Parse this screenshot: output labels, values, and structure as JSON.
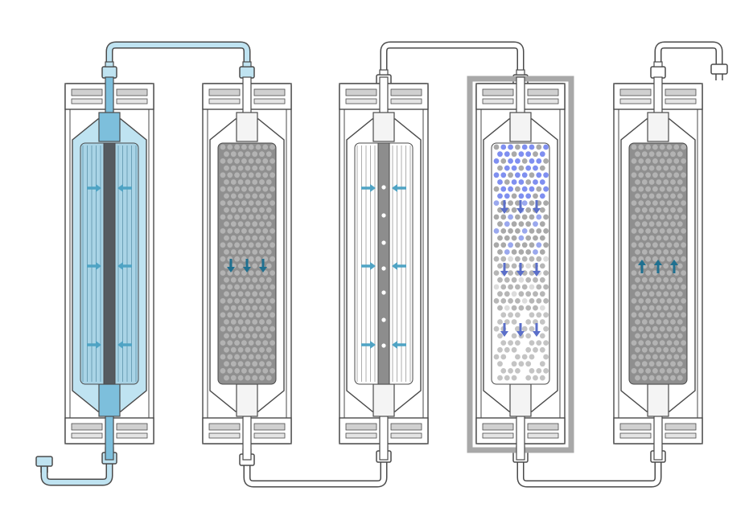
{
  "diagram": {
    "stage_count": 5,
    "stages": [
      {
        "id": "stage-1",
        "content": "filled",
        "highlighted": false,
        "flow_arrows": "inward",
        "center_core": "solid"
      },
      {
        "id": "stage-2",
        "content": "bead-bed",
        "highlighted": false,
        "flow_arrows": "down"
      },
      {
        "id": "stage-3",
        "content": "fibers",
        "highlighted": false,
        "flow_arrows": "inward",
        "center_core": "perforated"
      },
      {
        "id": "stage-4",
        "content": "mixed-beads",
        "highlighted": true,
        "flow_arrows": "down"
      },
      {
        "id": "stage-5",
        "content": "bead-bed",
        "highlighted": false,
        "flow_arrows": "up"
      }
    ],
    "colors": {
      "outline": "#4a4a4a",
      "liquid": "#bfe3f1",
      "liquid_dark": "#7dbfdc",
      "core_dark": "#555b60",
      "bead": "#a9a9a9",
      "bead_blue": "#7f8ff0",
      "arrow_teal": "#1f7090",
      "arrow_light": "#4fa3c4",
      "arrow_purple": "#5b6fc9",
      "highlight_frame": "#a8a8a8"
    }
  }
}
